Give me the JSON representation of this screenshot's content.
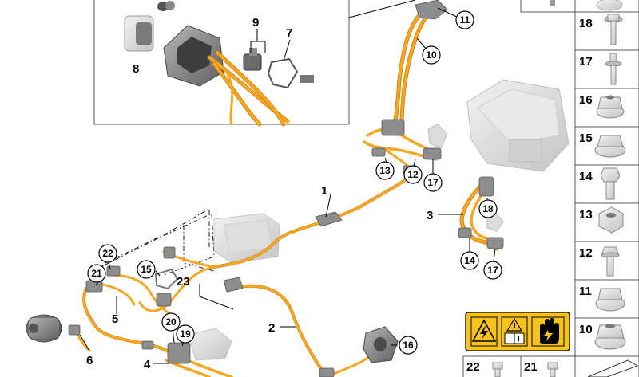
{
  "callouts": {
    "c10": "10",
    "c11": "11",
    "c12": "12",
    "c13": "13",
    "c14": "14",
    "c15": "15",
    "c16": "16",
    "c17a": "17",
    "c17b": "17",
    "c18": "18",
    "c19": "19",
    "c20": "20",
    "c21": "21",
    "c22": "22"
  },
  "labels": {
    "l1": "1",
    "l2": "2",
    "l3": "3",
    "l4": "4",
    "l5": "5",
    "l6": "6",
    "l7": "7",
    "l8": "8",
    "l9": "9",
    "l23": "23"
  },
  "parts_list": [
    {
      "num": "18",
      "icon": "bolt-flange-icon"
    },
    {
      "num": "17",
      "icon": "stud-bolt-icon"
    },
    {
      "num": "16",
      "icon": "flange-nut-icon"
    },
    {
      "num": "15",
      "icon": "nut-icon"
    },
    {
      "num": "14",
      "icon": "hex-bolt-icon"
    },
    {
      "num": "13",
      "icon": "hex-nut-icon"
    },
    {
      "num": "12",
      "icon": "screw-icon"
    },
    {
      "num": "11",
      "icon": "collar-nut-icon"
    },
    {
      "num": "10",
      "icon": "hex-collar-nut-icon"
    }
  ],
  "parts_bottom": [
    {
      "num": "22",
      "icon": "bolt-icon"
    },
    {
      "num": "21",
      "icon": "bolt-icon"
    }
  ],
  "warning_label": {
    "icons": [
      "high-voltage-icon",
      "read-manual-icon",
      "do-not-touch-icon"
    ],
    "colors": {
      "background": "#f7c21a",
      "border": "#000000"
    }
  },
  "colors": {
    "harness": "#f5a623",
    "harness_shadow": "#c97c08",
    "panel_border": "#5a5a5a"
  }
}
